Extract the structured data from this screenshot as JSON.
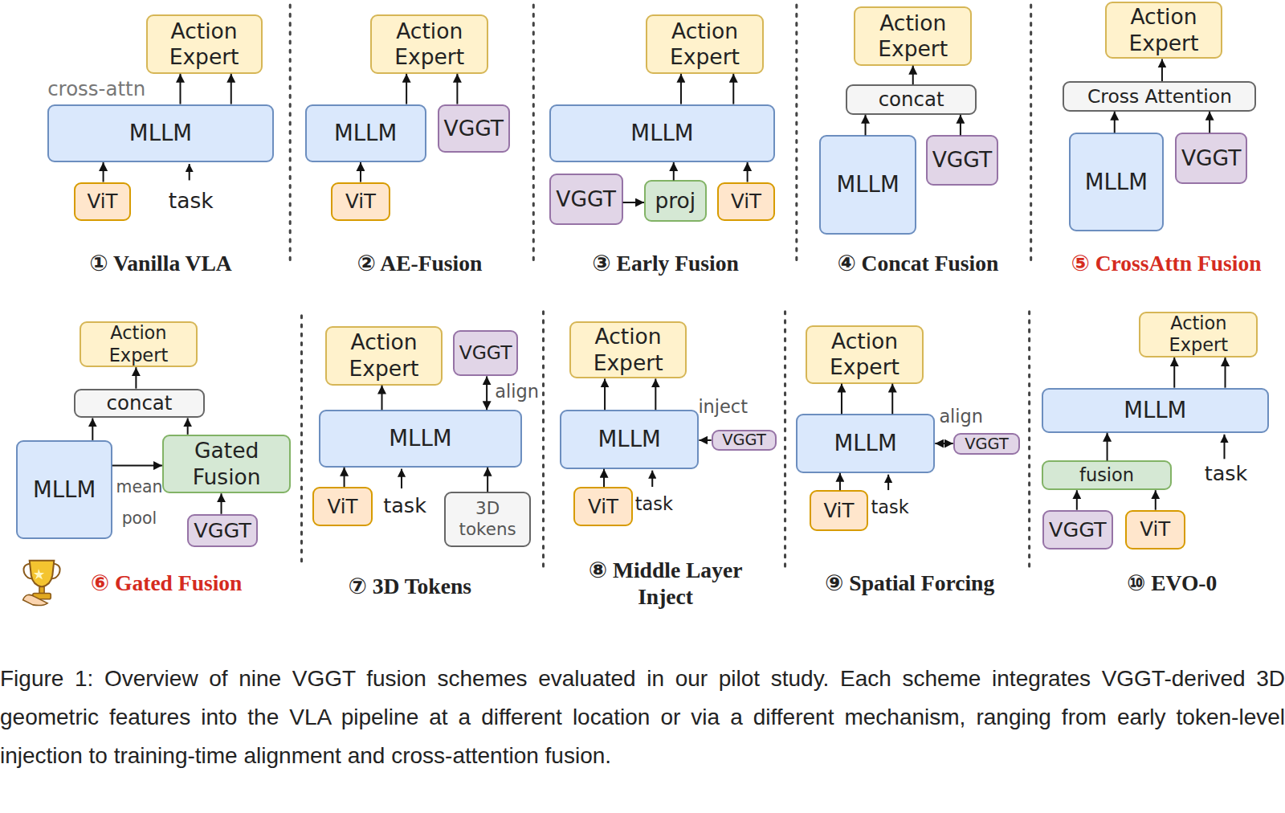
{
  "diagram": {
    "caption": "Figure 1: Overview of nine VGGT fusion schemes evaluated in our pilot study. Each scheme integrates VGGT-derived 3D geometric features into the VLA pipeline at a different location or via a different mechanism, ranging from early token-level injection to training-time alignment and cross-attention fusion.",
    "nodes": [
      {
        "text": [
          "Action Expert"
        ]
      },
      {
        "text": [
          "MLLM"
        ]
      },
      {
        "text": [
          "ViT"
        ]
      },
      {
        "text": [
          "Action Expert"
        ]
      },
      {
        "text": [
          "MLLM"
        ]
      },
      {
        "text": [
          "VGGT"
        ]
      },
      {
        "text": [
          "ViT"
        ]
      },
      {
        "text": [
          "Action Expert"
        ]
      },
      {
        "text": [
          "MLLM"
        ]
      },
      {
        "text": [
          "VGGT"
        ]
      },
      {
        "text": [
          "proj"
        ]
      },
      {
        "text": [
          "ViT"
        ]
      },
      {
        "text": [
          "Action Expert"
        ]
      },
      {
        "text": [
          "concat"
        ]
      },
      {
        "text": [
          "MLLM"
        ]
      },
      {
        "text": [
          "VGGT"
        ]
      },
      {
        "text": [
          "Action Expert"
        ]
      },
      {
        "text": [
          "Cross Attention"
        ]
      },
      {
        "text": [
          "MLLM"
        ]
      },
      {
        "text": [
          "VGGT"
        ]
      },
      {
        "text": [
          "Action Expert"
        ]
      },
      {
        "text": [
          "concat"
        ]
      },
      {
        "text": [
          "MLLM"
        ]
      },
      {
        "text": [
          "Gated Fusion"
        ]
      },
      {
        "text": [
          "VGGT"
        ]
      },
      {
        "text": [
          "Action Expert"
        ]
      },
      {
        "text": [
          "VGGT"
        ]
      },
      {
        "text": [
          "MLLM"
        ]
      },
      {
        "text": [
          "ViT"
        ]
      },
      {
        "text": [
          "3D tokens"
        ]
      },
      {
        "text": [
          "Action Expert"
        ]
      },
      {
        "text": [
          "MLLM"
        ]
      },
      {
        "text": [
          "VGGT"
        ]
      },
      {
        "text": [
          "ViT"
        ]
      },
      {
        "text": [
          "Action Expert"
        ]
      },
      {
        "text": [
          "MLLM"
        ]
      },
      {
        "text": [
          "VGGT"
        ]
      },
      {
        "text": [
          "ViT"
        ]
      },
      {
        "text": [
          "Action Expert"
        ]
      },
      {
        "text": [
          "MLLM"
        ]
      },
      {
        "text": [
          "fusion"
        ]
      },
      {
        "text": [
          "VGGT"
        ]
      },
      {
        "text": [
          "ViT"
        ]
      }
    ],
    "edges": [
      {
        "from": 2,
        "to": 1,
        "arrow": "to"
      },
      {
        "from": 1,
        "to": 0,
        "arrow": "to"
      },
      {
        "from": 1,
        "to": 0,
        "arrow": "to"
      },
      {
        "from": 6,
        "to": 4,
        "arrow": "to"
      },
      {
        "from": 4,
        "to": 3,
        "arrow": "to"
      },
      {
        "from": 5,
        "to": 3,
        "arrow": "to"
      },
      {
        "from": 9,
        "to": 10,
        "arrow": "to"
      },
      {
        "from": 10,
        "to": 8,
        "arrow": "to"
      },
      {
        "from": 11,
        "to": 8,
        "arrow": "to"
      },
      {
        "from": 8,
        "to": 7,
        "arrow": "to"
      },
      {
        "from": 8,
        "to": 7,
        "arrow": "to"
      },
      {
        "from": 14,
        "to": 13,
        "arrow": "to"
      },
      {
        "from": 15,
        "to": 13,
        "arrow": "to"
      },
      {
        "from": 13,
        "to": 12,
        "arrow": "to"
      },
      {
        "from": 18,
        "to": 17,
        "arrow": "to"
      },
      {
        "from": 19,
        "to": 17,
        "arrow": "to"
      },
      {
        "from": 17,
        "to": 16,
        "arrow": "to"
      },
      {
        "from": 22,
        "to": 21,
        "arrow": "to"
      },
      {
        "from": 23,
        "to": 21,
        "arrow": "to"
      },
      {
        "from": 21,
        "to": 20,
        "arrow": "to"
      },
      {
        "from": 22,
        "to": 23,
        "label": "mean pool",
        "arrow": "to"
      },
      {
        "from": 24,
        "to": 23,
        "arrow": "to"
      },
      {
        "from": 28,
        "to": 27,
        "arrow": "to"
      },
      {
        "from": 29,
        "to": 27,
        "arrow": "to"
      },
      {
        "from": 27,
        "to": 25,
        "arrow": "to"
      },
      {
        "from": 26,
        "to": 27,
        "label": "align",
        "arrow": "both"
      },
      {
        "from": 33,
        "to": 31,
        "arrow": "to"
      },
      {
        "from": 31,
        "to": 30,
        "arrow": "to"
      },
      {
        "from": 31,
        "to": 30,
        "arrow": "to"
      },
      {
        "from": 32,
        "to": 31,
        "label": "inject",
        "arrow": "to"
      },
      {
        "from": 37,
        "to": 35,
        "arrow": "to"
      },
      {
        "from": 35,
        "to": 34,
        "arrow": "to"
      },
      {
        "from": 35,
        "to": 34,
        "arrow": "to"
      },
      {
        "from": 35,
        "to": 36,
        "label": "align",
        "arrow": "both"
      },
      {
        "from": 41,
        "to": 40,
        "arrow": "to"
      },
      {
        "from": 42,
        "to": 40,
        "arrow": "to"
      },
      {
        "from": 40,
        "to": 39,
        "arrow": "to"
      },
      {
        "from": 39,
        "to": 38,
        "arrow": "to"
      },
      {
        "from": 39,
        "to": 38,
        "arrow": "to"
      }
    ],
    "labels": [
      "cross-attn",
      "task",
      "① Vanilla VLA",
      "② AE-Fusion",
      "③ Early Fusion",
      "④ Concat Fusion",
      "⑤ CrossAttn Fusion",
      "⑥ Gated Fusion",
      "task",
      "⑦ 3D Tokens",
      "task",
      "⑧ Middle Layer Inject",
      "task",
      "⑨ Spatial Forcing",
      "task",
      "⑩ EVO-0"
    ]
  }
}
